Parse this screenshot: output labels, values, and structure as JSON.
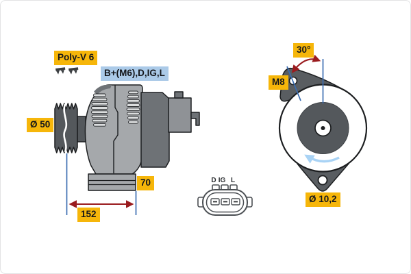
{
  "title": "Alternator technical drawing",
  "colors": {
    "label-yellow": "#F6B60A",
    "label-blue": "#ABCAE8",
    "dim-blue": "#3A6CB0",
    "dim-red": "#9A1B1E",
    "rotation-blue": "#A9D3F5",
    "body-gray": "#A5A8AB",
    "dark-gray": "#6E7276",
    "pulley-gray": "#54585C",
    "lug-gray": "#595D61",
    "block-gray": "#8F9296",
    "louver-gray": "#DCDEDF",
    "outline": "#1C1E20",
    "connector-stroke": "#4A4E52"
  },
  "side_view": {
    "belt_label": "Poly-V 6",
    "terminals_label": "B+(M6),D,IG,L",
    "pulley_diameter_label": "Ø 50",
    "depth_label": "70",
    "length_label": "152"
  },
  "front_view": {
    "angle_label": "30°",
    "thread_label": "M8",
    "hole_diameter_label": "Ø 10,2"
  },
  "connector": {
    "pins": [
      "D",
      "IG",
      "L"
    ]
  },
  "icons": {
    "belt_profile": "poly-v-belt-profile-icon",
    "rotation": "counterclockwise-rotation-arrow-icon",
    "dimension": "double-headed-arrow-icon"
  }
}
